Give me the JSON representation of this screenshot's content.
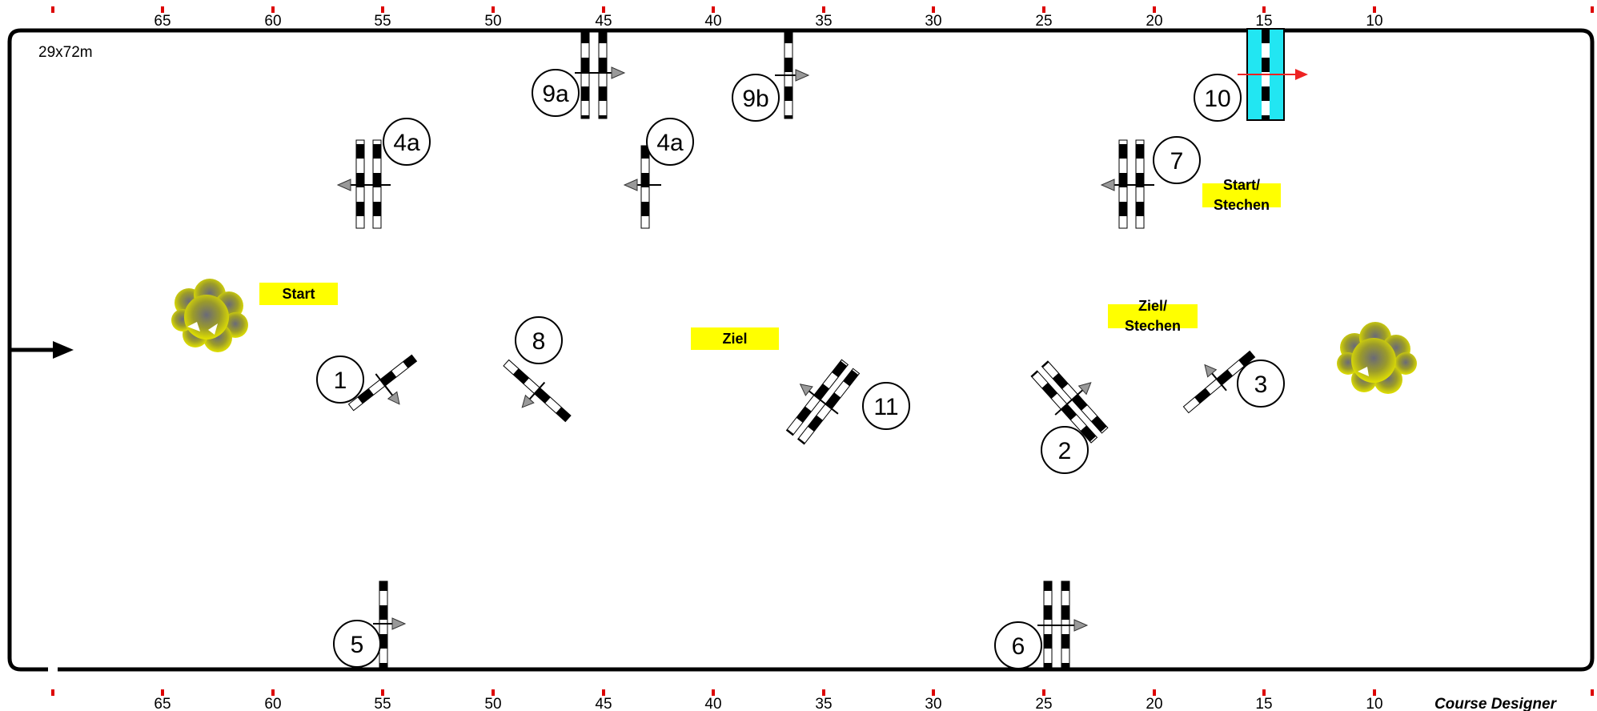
{
  "arena": {
    "dimensions_label": "29x72m",
    "brand_label": "Course Designer",
    "scale_marks": [
      "65",
      "60",
      "55",
      "50",
      "45",
      "40",
      "35",
      "30",
      "25",
      "20",
      "15",
      "10"
    ],
    "colors": {
      "tick": "#dd0000",
      "sign": "#ffff00",
      "water": "#22e6f2",
      "arrow": "#999999",
      "red_arrow": "#ee2222",
      "tree": "#b5b800"
    }
  },
  "fences": {
    "1": "1",
    "2": "2",
    "3": "3",
    "4a_left": "4a",
    "4a_right": "4a",
    "5": "5",
    "6": "6",
    "7": "7",
    "8": "8",
    "9a": "9a",
    "9b": "9b",
    "10": "10",
    "11": "11"
  },
  "signs": {
    "start": "Start",
    "ziel": "Ziel",
    "start_stechen": [
      "Start/",
      "Stechen"
    ],
    "ziel_stechen": [
      "Ziel/",
      "Stechen"
    ]
  },
  "objects": {
    "entry_arrow": "entry-arrow-icon",
    "tree": "tree-icon",
    "water": "water-jump-icon"
  }
}
